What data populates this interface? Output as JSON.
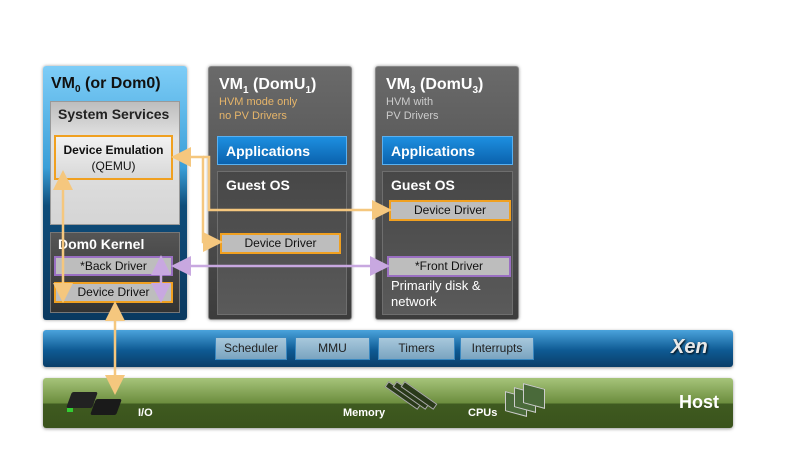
{
  "vm0": {
    "title_main": "VM",
    "title_sub": "0",
    "title_rest": " (or Dom0)",
    "system_services": "System Services",
    "device_emulation": "Device Emulation",
    "qemu": "(QEMU)",
    "dom0_kernel": "Dom0 Kernel",
    "back_driver": "*Back Driver",
    "device_driver": "Device Driver"
  },
  "vm1": {
    "title_main": "VM",
    "title_sub": "1",
    "title_rest": " (DomU",
    "title_sub2": "1",
    "title_end": ")",
    "note_line1": "HVM mode only",
    "note_line2": "no PV Drivers",
    "applications": "Applications",
    "guest_os": "Guest OS",
    "device_driver": "Device Driver"
  },
  "vm3": {
    "title_main": "VM",
    "title_sub": "3",
    "title_rest": " (DomU",
    "title_sub2": "3",
    "title_end": ")",
    "note_line1": "HVM with",
    "note_line2": "PV Drivers",
    "applications": "Applications",
    "guest_os": "Guest OS",
    "device_driver": "Device Driver",
    "front_driver": "*Front Driver",
    "note": "Primarily disk & network"
  },
  "hypervisor": {
    "components": [
      "Scheduler",
      "MMU",
      "Timers",
      "Interrupts"
    ],
    "logo": "Xen"
  },
  "host": {
    "title": "Host",
    "io": "I/O",
    "memory": "Memory",
    "cpus": "CPUs"
  },
  "colors": {
    "emulation_path": "#f5c77e",
    "pv_path": "#c8a8e0",
    "dom0": "#3a9fd8",
    "hypervisor": "#0e5a93",
    "host": "#5a7a30"
  }
}
